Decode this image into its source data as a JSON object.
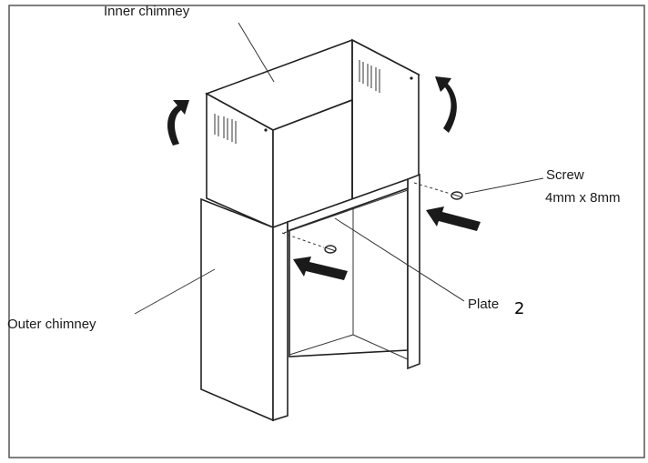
{
  "labels": {
    "inner_chimney": "Inner chimney",
    "outer_chimney": "Outer chimney",
    "screw_title": "Screw",
    "screw_size": "4mm x 8mm",
    "plate": "Plate",
    "plate_number": "2"
  }
}
